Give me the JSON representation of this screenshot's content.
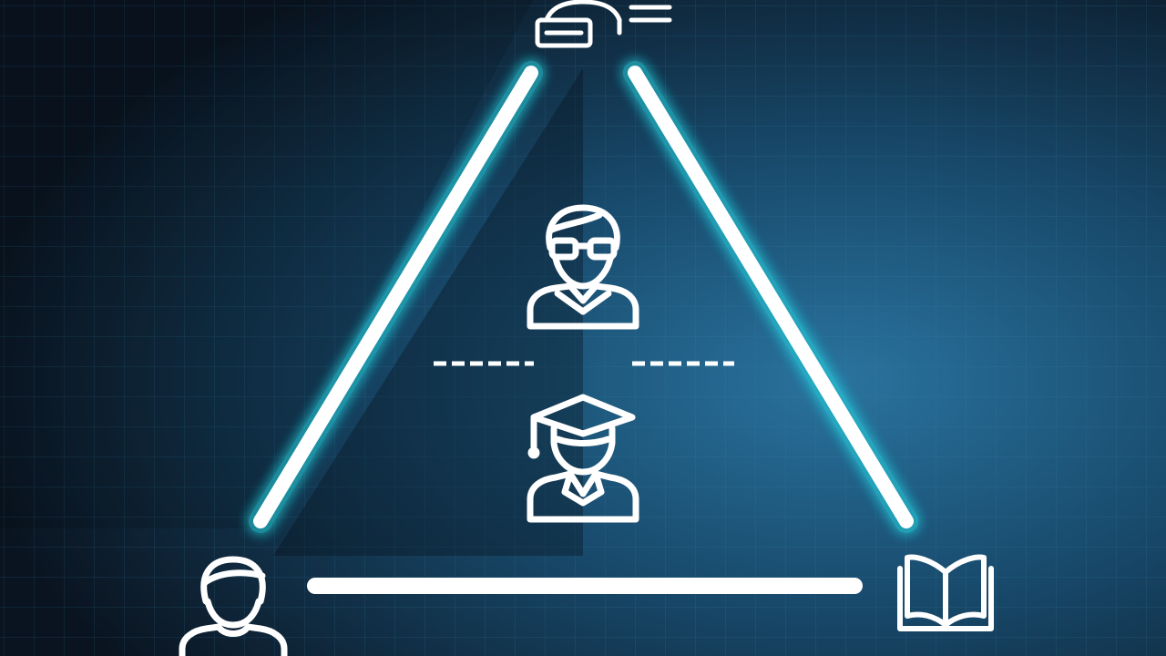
{
  "diagram": {
    "kind": "triangle",
    "nodes": [
      {
        "id": "teacher-at-desk",
        "icon": "teacher-desk-icon",
        "position": "top-vertex"
      },
      {
        "id": "learner",
        "icon": "person-icon",
        "position": "bottom-left-vertex"
      },
      {
        "id": "content",
        "icon": "open-book-icon",
        "position": "bottom-right-vertex"
      }
    ],
    "center": {
      "upper": {
        "icon": "person-with-glasses-icon"
      },
      "lower": {
        "icon": "graduate-icon"
      },
      "separator": "dashed-line"
    },
    "edges": [
      {
        "from": "teacher-at-desk",
        "to": "learner"
      },
      {
        "from": "teacher-at-desk",
        "to": "content"
      },
      {
        "from": "learner",
        "to": "content"
      }
    ]
  },
  "colors": {
    "background_dark": "#0b1622",
    "background_light": "#1f5f86",
    "grid_line": "#2a6f95",
    "edge_glow": "#27d8e4",
    "edge_core": "#ffffff",
    "icon_stroke": "#ffffff"
  }
}
